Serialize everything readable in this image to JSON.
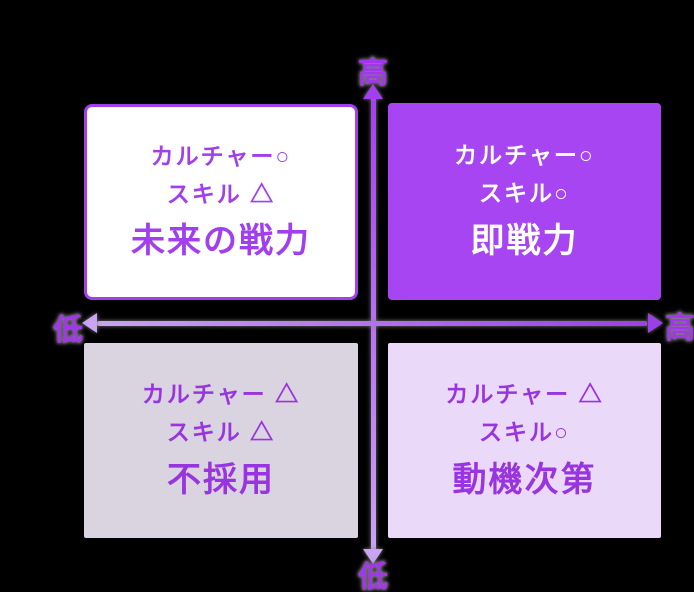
{
  "diagram": {
    "type": "quadrant-matrix",
    "axes": {
      "vertical_top_label": "高",
      "vertical_bottom_label": "低",
      "horizontal_left_label": "低",
      "horizontal_right_label": "高"
    },
    "quadrants": [
      {
        "position": "top-left",
        "line1": "カルチャー○",
        "line2": "スキル △",
        "title": "未来の戦力",
        "bg": "#FFFFFF",
        "text": "#A13FEE",
        "border": "#A43FF0"
      },
      {
        "position": "top-right",
        "line1": "カルチャー○",
        "line2": "スキル○",
        "title": "即戦力",
        "bg": "#A845F2",
        "text": "#FFFFFF"
      },
      {
        "position": "bottom-left",
        "line1": "カルチャー △",
        "line2": "スキル △",
        "title": "不採用",
        "bg": "#DAD3E0",
        "text": "#9935E0"
      },
      {
        "position": "bottom-right",
        "line1": "カルチャー △",
        "line2": "スキル○",
        "title": "動機次第",
        "bg": "#EBD9FA",
        "text": "#9935E0"
      }
    ],
    "colors": {
      "background": "#000000",
      "accent_purple": "#A43FF0",
      "axis_light_purple": "#C9A4F2",
      "axis_dark_purple": "#9B3FE8",
      "axis_label_purple": "#A435EE",
      "shadow_gray": "#8A8A8A"
    }
  }
}
